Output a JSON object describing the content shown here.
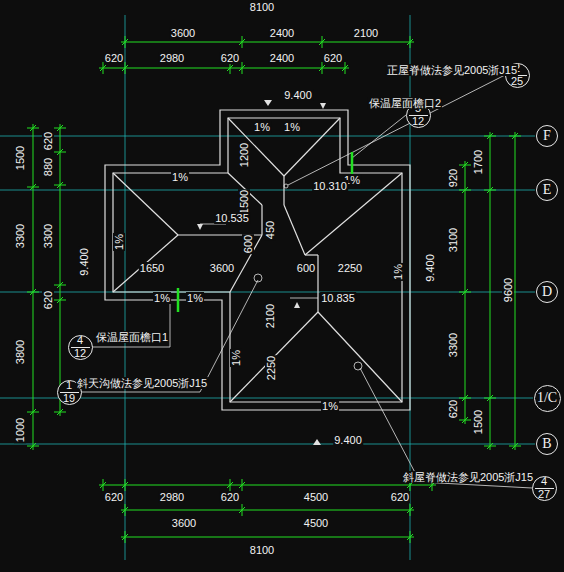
{
  "diagram": {
    "nodes": [
      {
        "text": [
          "2",
          "25"
        ]
      },
      {
        "text": [
          "5",
          "12"
        ]
      },
      {
        "text": [
          "4",
          "12"
        ]
      },
      {
        "text": [
          "1",
          "19"
        ]
      },
      {
        "text": [
          "4",
          "27"
        ]
      },
      {
        "text": [
          "F"
        ]
      },
      {
        "text": [
          "E"
        ]
      },
      {
        "text": [
          "D"
        ]
      },
      {
        "text": [
          "1/C"
        ]
      },
      {
        "text": [
          "B"
        ]
      }
    ],
    "labels": [
      "8100",
      "3600",
      "2400",
      "2100",
      "620",
      "2980",
      "620",
      "2400",
      "620",
      "正屋脊做法参见2005浙J15",
      "9.400",
      "保温屋面檐口2",
      "1%",
      "1%",
      "1200",
      "1%",
      "1%",
      "10.310",
      "1500",
      "10.535",
      "450",
      "1%",
      "600",
      "9.400",
      "1650",
      "3600",
      "600",
      "2250",
      "9.400",
      "1%",
      "1%",
      "1%",
      "10.835",
      "2100",
      "1%",
      "2250",
      "1%",
      "9.400",
      "保温屋面檐口1",
      "斜天沟做法参见2005浙J15",
      "斜屋脊做法参见2005浙J15",
      "1500",
      "620",
      "880",
      "3300",
      "3300",
      "620",
      "3800",
      "1000",
      "920",
      "1700",
      "3100",
      "9600",
      "3300",
      "620",
      "1500",
      "620",
      "2980",
      "620",
      "4500",
      "620",
      "3600",
      "4500",
      "8100"
    ]
  }
}
